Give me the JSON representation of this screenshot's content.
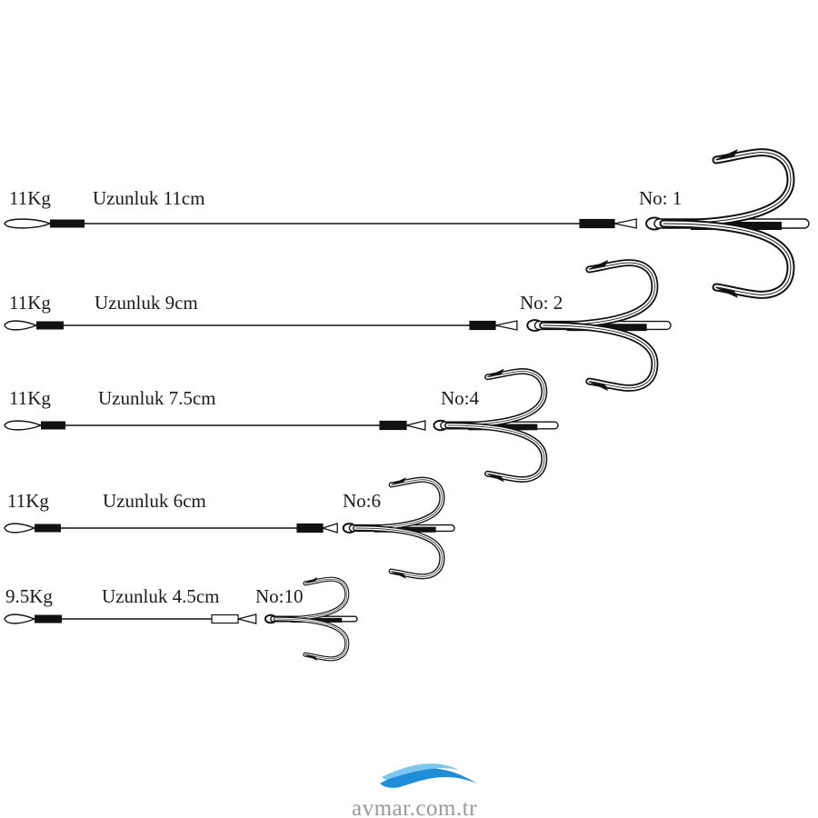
{
  "rigs": [
    {
      "weight": "11Kg",
      "length": "Uzunluk 11cm",
      "hook": "No: 1"
    },
    {
      "weight": "11Kg",
      "length": "Uzunluk 9cm",
      "hook": "No: 2"
    },
    {
      "weight": "11Kg",
      "length": "Uzunluk  7.5cm",
      "hook": "No:4"
    },
    {
      "weight": "11Kg",
      "length": "Uzunluk 6cm",
      "hook": "No:6"
    },
    {
      "weight": "9.5Kg",
      "length": "Uzunluk 4.5cm",
      "hook": "No:10"
    }
  ],
  "logo": {
    "text": "avmar.com.tr",
    "wave_color": "#1e8fd6",
    "wave_light": "#7cc6f0"
  }
}
